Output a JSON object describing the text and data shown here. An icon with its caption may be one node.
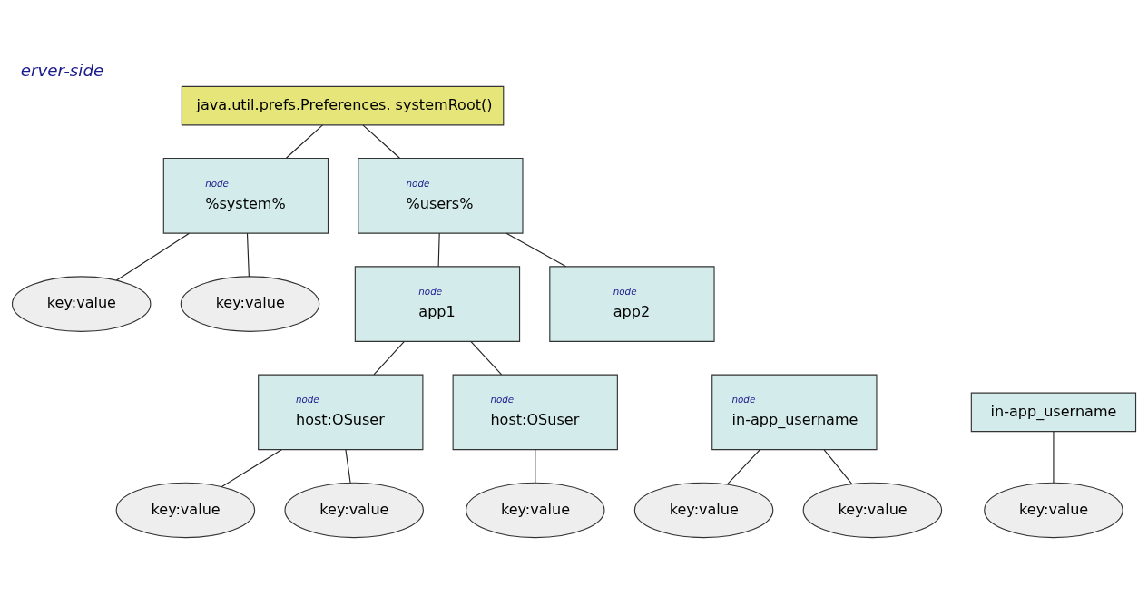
{
  "diagram": {
    "title": "erver-side",
    "nodes": [
      {
        "text": [
          "java.util.prefs.Preferences. systemRoot()"
        ]
      },
      {
        "text": [
          "node",
          "%system%"
        ]
      },
      {
        "text": [
          "key:value"
        ]
      },
      {
        "text": [
          "key:value"
        ]
      },
      {
        "text": [
          "node",
          "%users%"
        ]
      },
      {
        "text": [
          "node",
          "app1"
        ]
      },
      {
        "text": [
          "node",
          "app2"
        ]
      },
      {
        "text": [
          "node",
          "host:OSuser"
        ]
      },
      {
        "text": [
          "node",
          "host:OSuser"
        ]
      },
      {
        "text": [
          "node",
          "in-app_username"
        ]
      },
      {
        "text": [
          "in-app_username"
        ]
      },
      {
        "text": [
          "key:value"
        ]
      },
      {
        "text": [
          "key:value"
        ]
      },
      {
        "text": [
          "key:value"
        ]
      },
      {
        "text": [
          "key:value"
        ]
      },
      {
        "text": [
          "key:value"
        ]
      },
      {
        "text": [
          "key:value"
        ]
      }
    ],
    "edges": [
      {
        "from": 0,
        "to": 1,
        "arrow": "none"
      },
      {
        "from": 0,
        "to": 4,
        "arrow": "none"
      },
      {
        "from": 1,
        "to": 2,
        "arrow": "none"
      },
      {
        "from": 1,
        "to": 3,
        "arrow": "none"
      },
      {
        "from": 4,
        "to": 5,
        "arrow": "none"
      },
      {
        "from": 4,
        "to": 6,
        "arrow": "none"
      },
      {
        "from": 5,
        "to": 7,
        "arrow": "none"
      },
      {
        "from": 5,
        "to": 8,
        "arrow": "none"
      },
      {
        "from": 7,
        "to": 11,
        "arrow": "none"
      },
      {
        "from": 7,
        "to": 12,
        "arrow": "none"
      },
      {
        "from": 8,
        "to": 13,
        "arrow": "none"
      },
      {
        "from": 9,
        "to": 14,
        "arrow": "none"
      },
      {
        "from": 9,
        "to": 15,
        "arrow": "none"
      },
      {
        "from": 10,
        "to": 16,
        "arrow": "none"
      }
    ]
  }
}
